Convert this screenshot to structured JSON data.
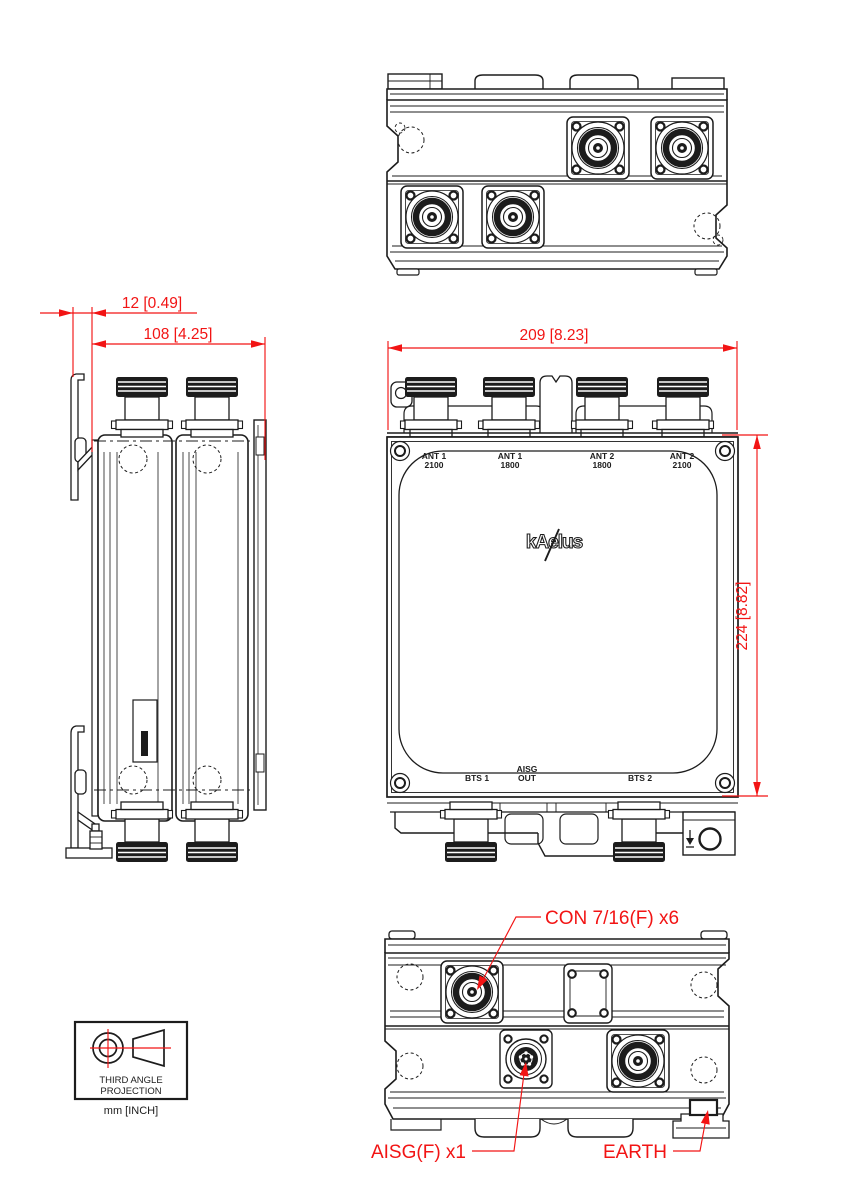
{
  "colors": {
    "accent": "#f21414",
    "line": "#1c1c1c"
  },
  "dimensions": {
    "bracket_offset": "12 [0.49]",
    "depth": "108 [4.25]",
    "width": "209 [8.23]",
    "height": "224 [8.82]"
  },
  "front_view": {
    "logo": "kAelus",
    "top_ports": [
      {
        "name": "ANT 1",
        "freq": "2100"
      },
      {
        "name": "ANT 1",
        "freq": "1800"
      },
      {
        "name": "ANT 2",
        "freq": "1800"
      },
      {
        "name": "ANT 2",
        "freq": "2100"
      }
    ],
    "bottom_ports": {
      "left": "BTS 1",
      "center_line1": "AISG",
      "center_line2": "OUT",
      "right": "BTS 2"
    }
  },
  "callouts": {
    "connectors": "CON 7/16(F) x6",
    "aisg": "AISG(F) x1",
    "earth": "EARTH"
  },
  "projection_note": {
    "line1": "THIRD ANGLE",
    "line2": "PROJECTION",
    "units": "mm [INCH]"
  }
}
